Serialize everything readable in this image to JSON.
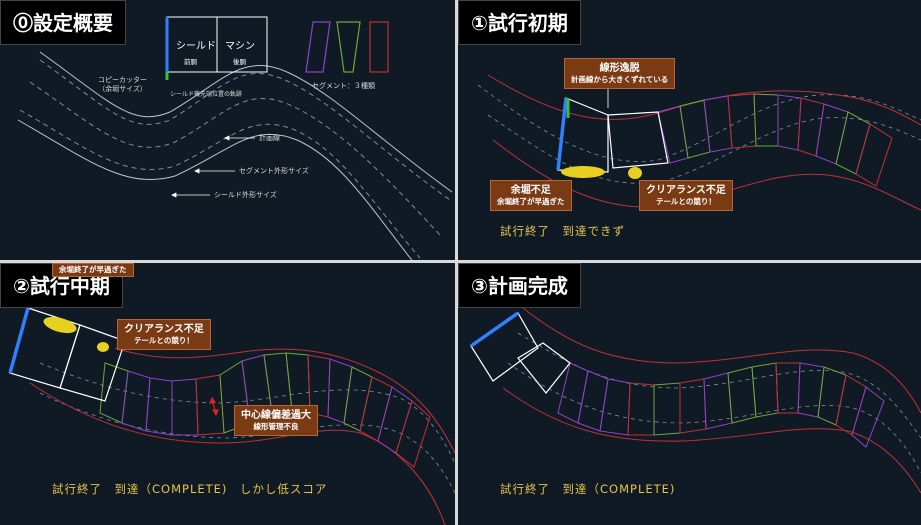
{
  "panels": [
    {
      "title": "⓪設定概要"
    },
    {
      "title": "①試行初期"
    },
    {
      "title": "②試行中期"
    },
    {
      "title": "③計画完成"
    }
  ],
  "p0": {
    "shield_label": "シールド",
    "shield_sub": "前胴",
    "machine_label": "マシン",
    "machine_sub": "後胴",
    "copy_cutter": "コピーカッター\n（余堀サイズ）",
    "trajectory": "シールド機先端位置の軌跡",
    "segment_types": "セグメント：３種類",
    "plan_line": "計画線",
    "segment_outer": "セグメント外形サイズ",
    "shield_outer": "シールド外形サイズ"
  },
  "p1": {
    "callout_deviation": {
      "title": "線形逸脱",
      "sub": "計画線から大きくずれている"
    },
    "callout_overcut": {
      "title": "余堀不足",
      "sub": "余堀終了が早過ぎた"
    },
    "callout_clearance": {
      "title": "クリアランス不足",
      "sub": "テールとの競り！"
    },
    "status": "試行終了　到達できず"
  },
  "p2": {
    "callout_overcut_partial": "余堀終了が早過ぎた",
    "callout_clearance": {
      "title": "クリアランス不足",
      "sub": "テールとの競り！"
    },
    "callout_center": {
      "title": "中心線偏差過大",
      "sub": "線形管理不良"
    },
    "status": "試行終了　到達（COMPLETE)　しかし低スコア"
  },
  "p3": {
    "status": "試行終了　到達（COMPLETE)"
  },
  "colors": {
    "wall": "#c0303a",
    "dash": "#7a8ea8",
    "seg_purple": "#8e44c8",
    "seg_green": "#6ea83a",
    "seg_red": "#c0303a",
    "shield_blue": "#2f7fff",
    "callout_bg": "#7a3a14",
    "status_text": "#e4c44a",
    "highlight": "#e8d020"
  }
}
